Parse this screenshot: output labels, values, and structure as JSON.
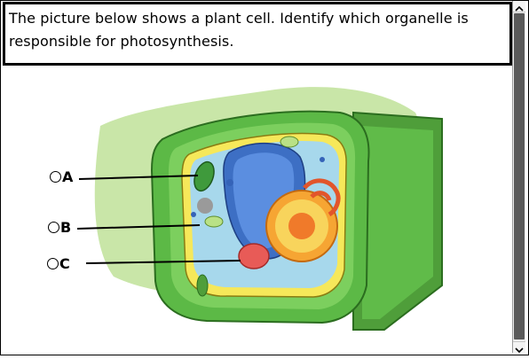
{
  "question": {
    "text": "The picture below shows a plant cell. Identify which organelle is responsible for photosynthesis."
  },
  "options": [
    {
      "label": "A"
    },
    {
      "label": "B"
    },
    {
      "label": "C"
    }
  ],
  "colors": {
    "cell_wall": "#5cb946",
    "cytoplasm": "#a7d8ec",
    "membrane": "#f6e85a",
    "nucleus": "#f6a533",
    "vacuole": "#3d6fc4"
  }
}
